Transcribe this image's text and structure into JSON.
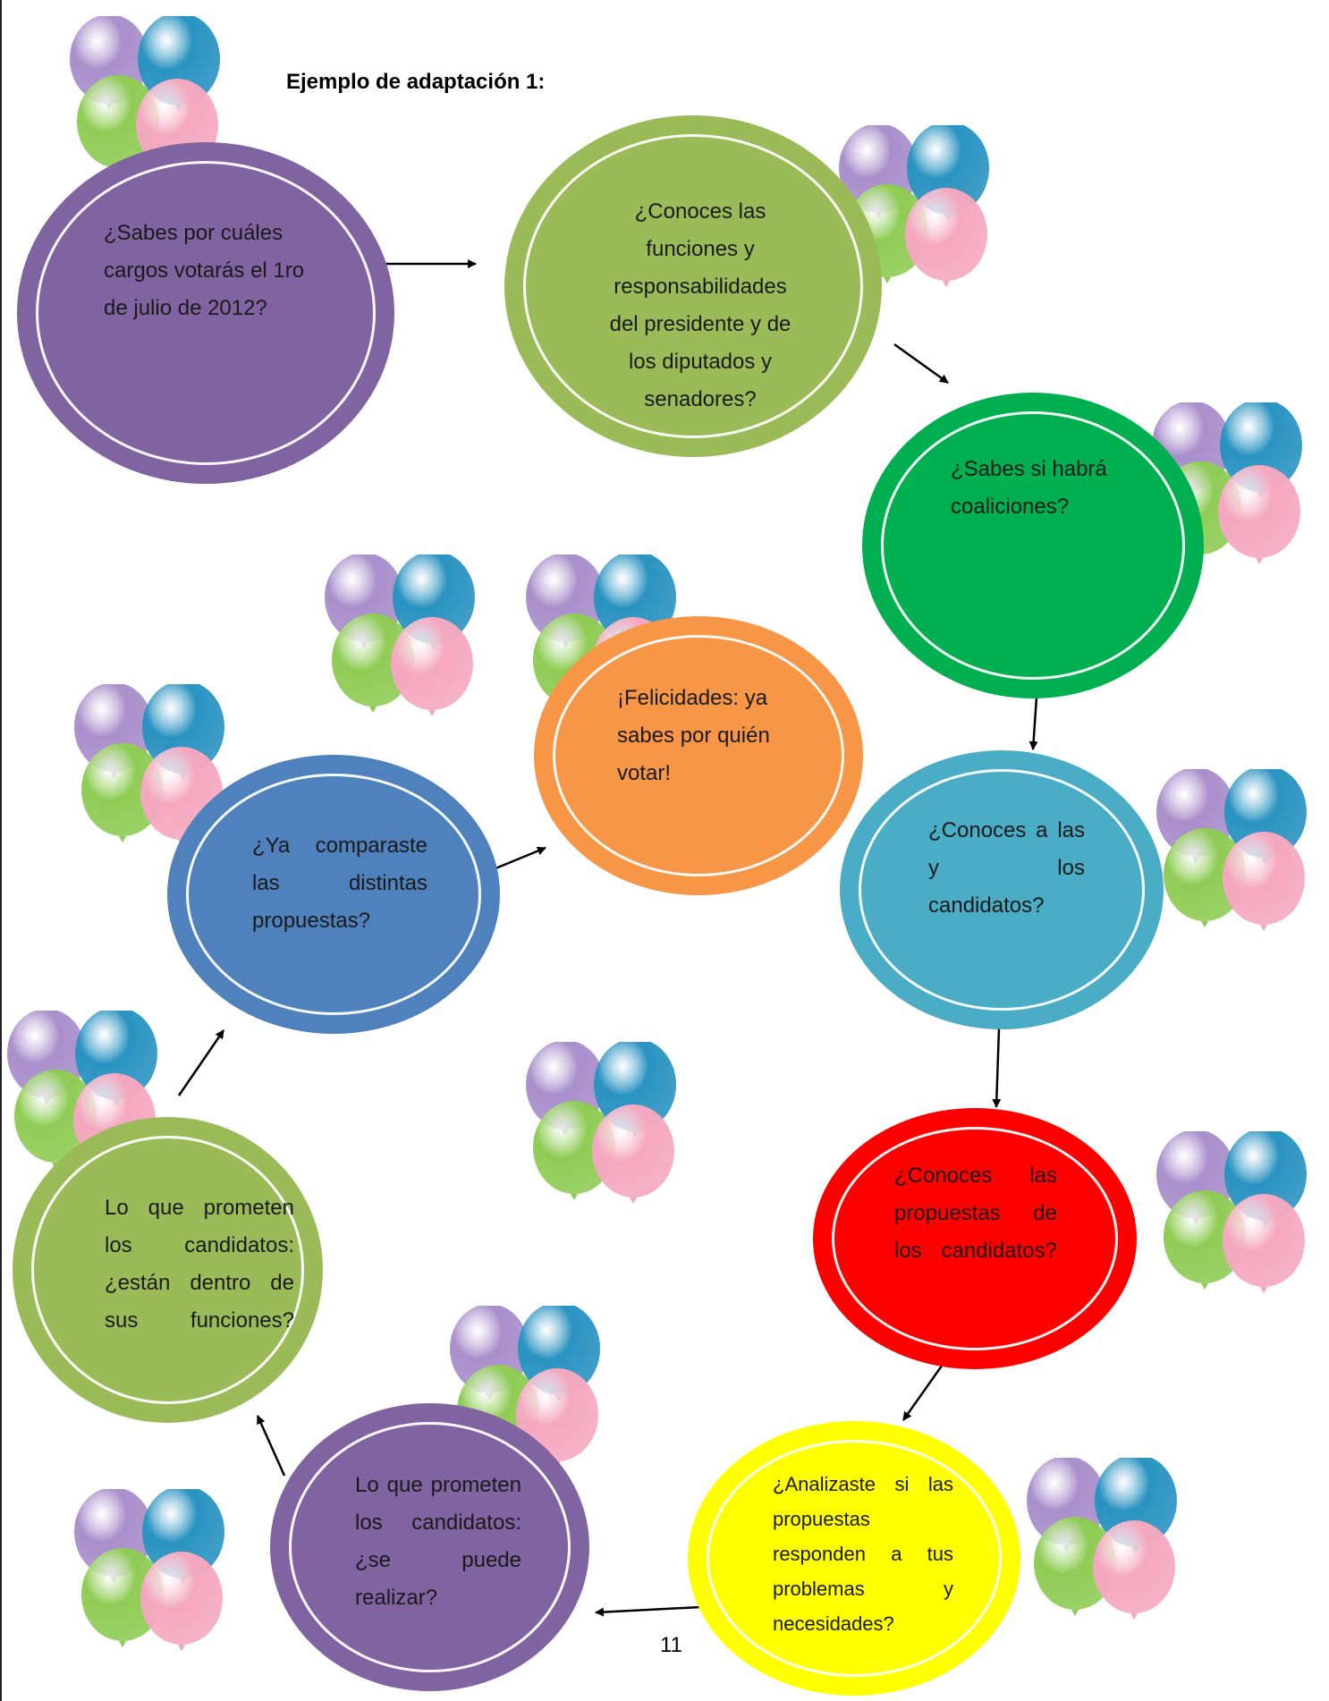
{
  "title": "Ejemplo de adaptación 1:",
  "page_number": "11",
  "nodes": {
    "n1": {
      "text": "¿Sabes por cuáles cargos votarás el 1ro de julio de 2012?",
      "fill": "#8064a2",
      "border": "#8064a2"
    },
    "n2": {
      "text": "¿Conoces las funciones y responsabilidades del presidente y de los diputados y senadores?",
      "fill": "#9bbb59",
      "border": "#9bbb59"
    },
    "n3": {
      "text": "¿Sabes si habrá coaliciones?",
      "fill": "#00b050",
      "border": "#00b050"
    },
    "n4": {
      "text": "¿Conoces a las y los candidatos?",
      "fill": "#4bacc6",
      "border": "#4bacc6"
    },
    "n5": {
      "text": "¿Conoces las propuestas de los candidatos?",
      "fill": "#ff0000",
      "border": "#ff0000"
    },
    "n6": {
      "text": "¿Analizaste si las propuestas responden a tus problemas y necesidades?",
      "fill": "#ffff00",
      "border": "#ffff00"
    },
    "n7": {
      "text": "Lo que prometen los candidatos: ¿se puede realizar?",
      "fill": "#8064a2",
      "border": "#8064a2"
    },
    "n8": {
      "text": "Lo que prometen los candidatos: ¿están dentro de sus funciones?",
      "fill": "#9bbb59",
      "border": "#9bbb59"
    },
    "n9": {
      "text": "¿Ya comparaste las distintas propuestas?",
      "fill": "#4f81bd",
      "border": "#4f81bd"
    },
    "n10": {
      "text": "¡Felicidades: ya sabes por quién votar!",
      "fill": "#f79646",
      "border": "#f79646"
    }
  },
  "balloon_colors": {
    "purple": "#a98fcb",
    "blue": "#2a93c1",
    "green": "#8fcc55",
    "pink": "#f5a8c0"
  },
  "arrow_color": "#000000"
}
